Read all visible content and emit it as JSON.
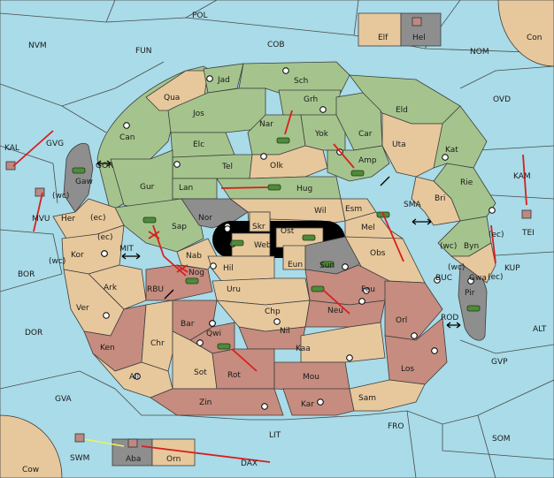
{
  "colors": {
    "sea": "#a9dbe8",
    "green_power": "#a5c48d",
    "tan_power": "#e7c89c",
    "brown_power": "#c58c7f",
    "neutral": "#8e8e8e",
    "orders": "#d91f1f",
    "impassable": "#000000"
  },
  "icons": {
    "army": "tank-icon",
    "fleet": "ship-icon",
    "supply_center": "supply-center-dot-icon",
    "bicoastal": "double-arrow-icon"
  },
  "labels": {
    "sea": {
      "pol": "POL",
      "nvm": "NVM",
      "fun": "FUN",
      "cob": "COB",
      "nom": "NOM",
      "ovd": "OVD",
      "kal": "KAL",
      "gvg": "GVG",
      "gor": "GOR",
      "kam": "KAM",
      "tei": "TEI",
      "sma": "SMA",
      "mit": "MIT",
      "bor": "BOR",
      "rbu": "RBU",
      "buc": "BUC",
      "kup": "KUP",
      "dor": "DOR",
      "rod": "ROD",
      "alt": "ALT",
      "gvp": "GVP",
      "gva": "GVA",
      "fro": "FRO",
      "lit": "LIT",
      "som": "SOM",
      "swm": "SWM",
      "dax": "DAX",
      "con": "Con",
      "cow": "Cow",
      "mvu": "MVU"
    },
    "land": {
      "jad": "Jad",
      "sch": "Sch",
      "qua": "Qua",
      "jos": "Jos",
      "grh": "Grh",
      "eld": "Eld",
      "can": "Can",
      "elc": "Elc",
      "nar": "Nar",
      "yok": "Yok",
      "car": "Car",
      "uta": "Uta",
      "kat": "Kat",
      "tel": "Tel",
      "olk": "Olk",
      "amp": "Amp",
      "gur": "Gur",
      "lan": "Lan",
      "hug": "Hug",
      "rie": "Rie",
      "bri": "Bri",
      "wil": "Wil",
      "esm": "Esm",
      "nor": "Nor",
      "skr": "Skr",
      "ost": "Ost",
      "web": "Web",
      "mel": "Mel",
      "byn": "Byn",
      "sap": "Sap",
      "nab": "Nab",
      "her": "Her",
      "gaw": "Gaw",
      "kor": "Kor",
      "hil": "Hil",
      "eun": "Eun",
      "sun": "Sun",
      "obs": "Obs",
      "ark": "Ark",
      "nog": "Nog",
      "uru": "Uru",
      "feu": "Feu",
      "gwa": "Gwa",
      "pir": "Pir",
      "ver": "Ver",
      "chp": "Chp",
      "neu": "Neu",
      "orl": "Orl",
      "bar": "Bar",
      "qwi": "Qwi",
      "nil": "Nil",
      "ken": "Ken",
      "chr": "Chr",
      "kaa": "Kaa",
      "los": "Los",
      "sot": "Sot",
      "rot": "Rot",
      "mou": "Mou",
      "ail": "Ail",
      "zin": "Zin",
      "kar": "Kar",
      "sam": "Sam",
      "elf": "Elf",
      "hel": "Hel",
      "aba": "Aba",
      "orn": "Orn"
    },
    "coasts": [
      "(wc)",
      "(ec)",
      "(ec)",
      "(wc)",
      "(wc)",
      "(ec)",
      "(wc)",
      "(ec)"
    ]
  }
}
